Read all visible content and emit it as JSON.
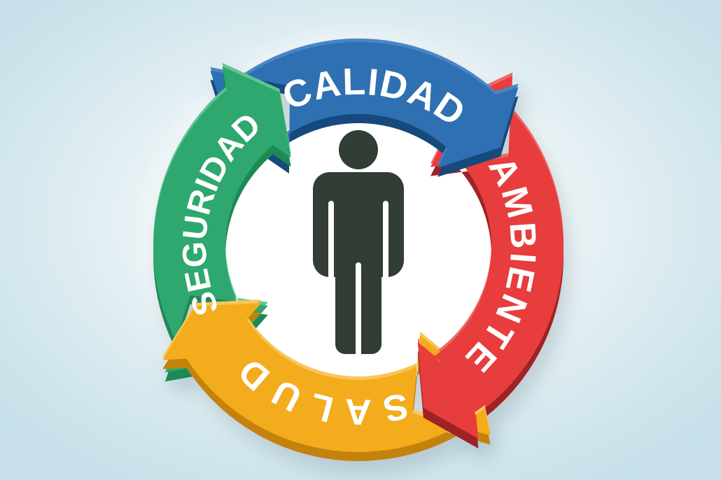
{
  "diagram": {
    "title_implicit": "Ciclo Calidad - Ambiente - Salud - Seguridad",
    "labels": {
      "top": "CALIDAD",
      "right": "AMBIENTE",
      "bottom": "SALUD",
      "left": "SEGURIDAD"
    },
    "segments": [
      {
        "position": "top",
        "label": "CALIDAD",
        "color": "#2e6fb2",
        "color_dark": "#16497c",
        "color_light": "#4a86c6"
      },
      {
        "position": "right",
        "label": "AMBIENTE",
        "color": "#e73c3e",
        "color_dark": "#9e2427",
        "color_light": "#ed6863"
      },
      {
        "position": "bottom",
        "label": "SALUD",
        "color": "#f3ac1b",
        "color_dark": "#c4820e",
        "color_light": "#f7c65a"
      },
      {
        "position": "left",
        "label": "SEGURIDAD",
        "color": "#2fa86e",
        "color_dark": "#1f8a55",
        "color_light": "#5ec493"
      }
    ],
    "text_color": "#ffffff",
    "person_color": "#333c35",
    "center_circle_color": "#ffffff",
    "background": {
      "center": "#f7fbfc",
      "mid": "#e9f2f5",
      "edge": "#c6dfe8"
    }
  }
}
